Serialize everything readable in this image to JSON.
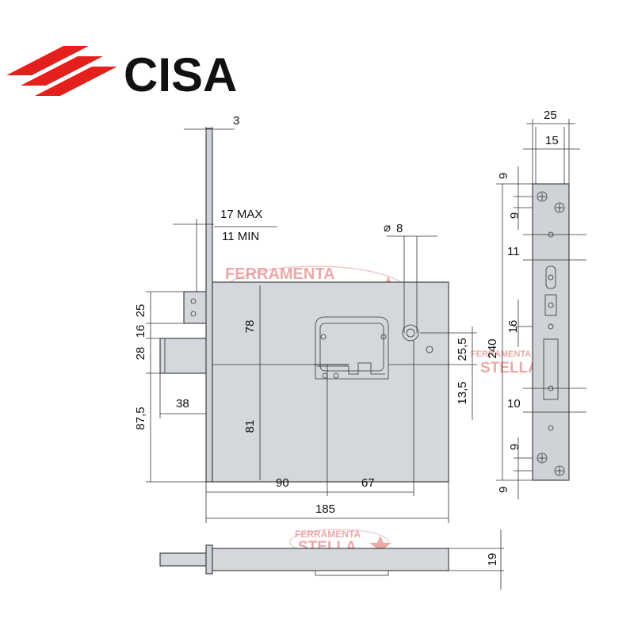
{
  "brand": {
    "name": "CISA",
    "logo_color": "#e3201b",
    "text_color": "#111111"
  },
  "watermark": {
    "top_line": "FERRAMENTA",
    "bottom_line": "STELLA",
    "color": "#e58c8c",
    "icon": "star-icon"
  },
  "dimensions": {
    "plate_thickness": "3",
    "backset_max": "17 MAX",
    "backset_min": "11 MIN",
    "spindle": "8",
    "bolt_top": "25",
    "bolt_gap": "16",
    "bolt_height": "28",
    "bolt_throw": "38",
    "lower_offset": "87,5",
    "upper_height": "78",
    "lower_height": "81",
    "width_left": "90",
    "width_right": "67",
    "total_width": "185",
    "right_25_5": "25,5",
    "right_13_5": "13,5",
    "faceplate_length": "240",
    "faceplate_width": "25",
    "faceplate_inner": "15",
    "fp_9_a": "9",
    "fp_9_b": "9",
    "fp_11": "11",
    "fp_16": "16",
    "fp_10": "10",
    "fp_9_c": "9",
    "fp_9_d": "9",
    "side_depth": "19"
  }
}
